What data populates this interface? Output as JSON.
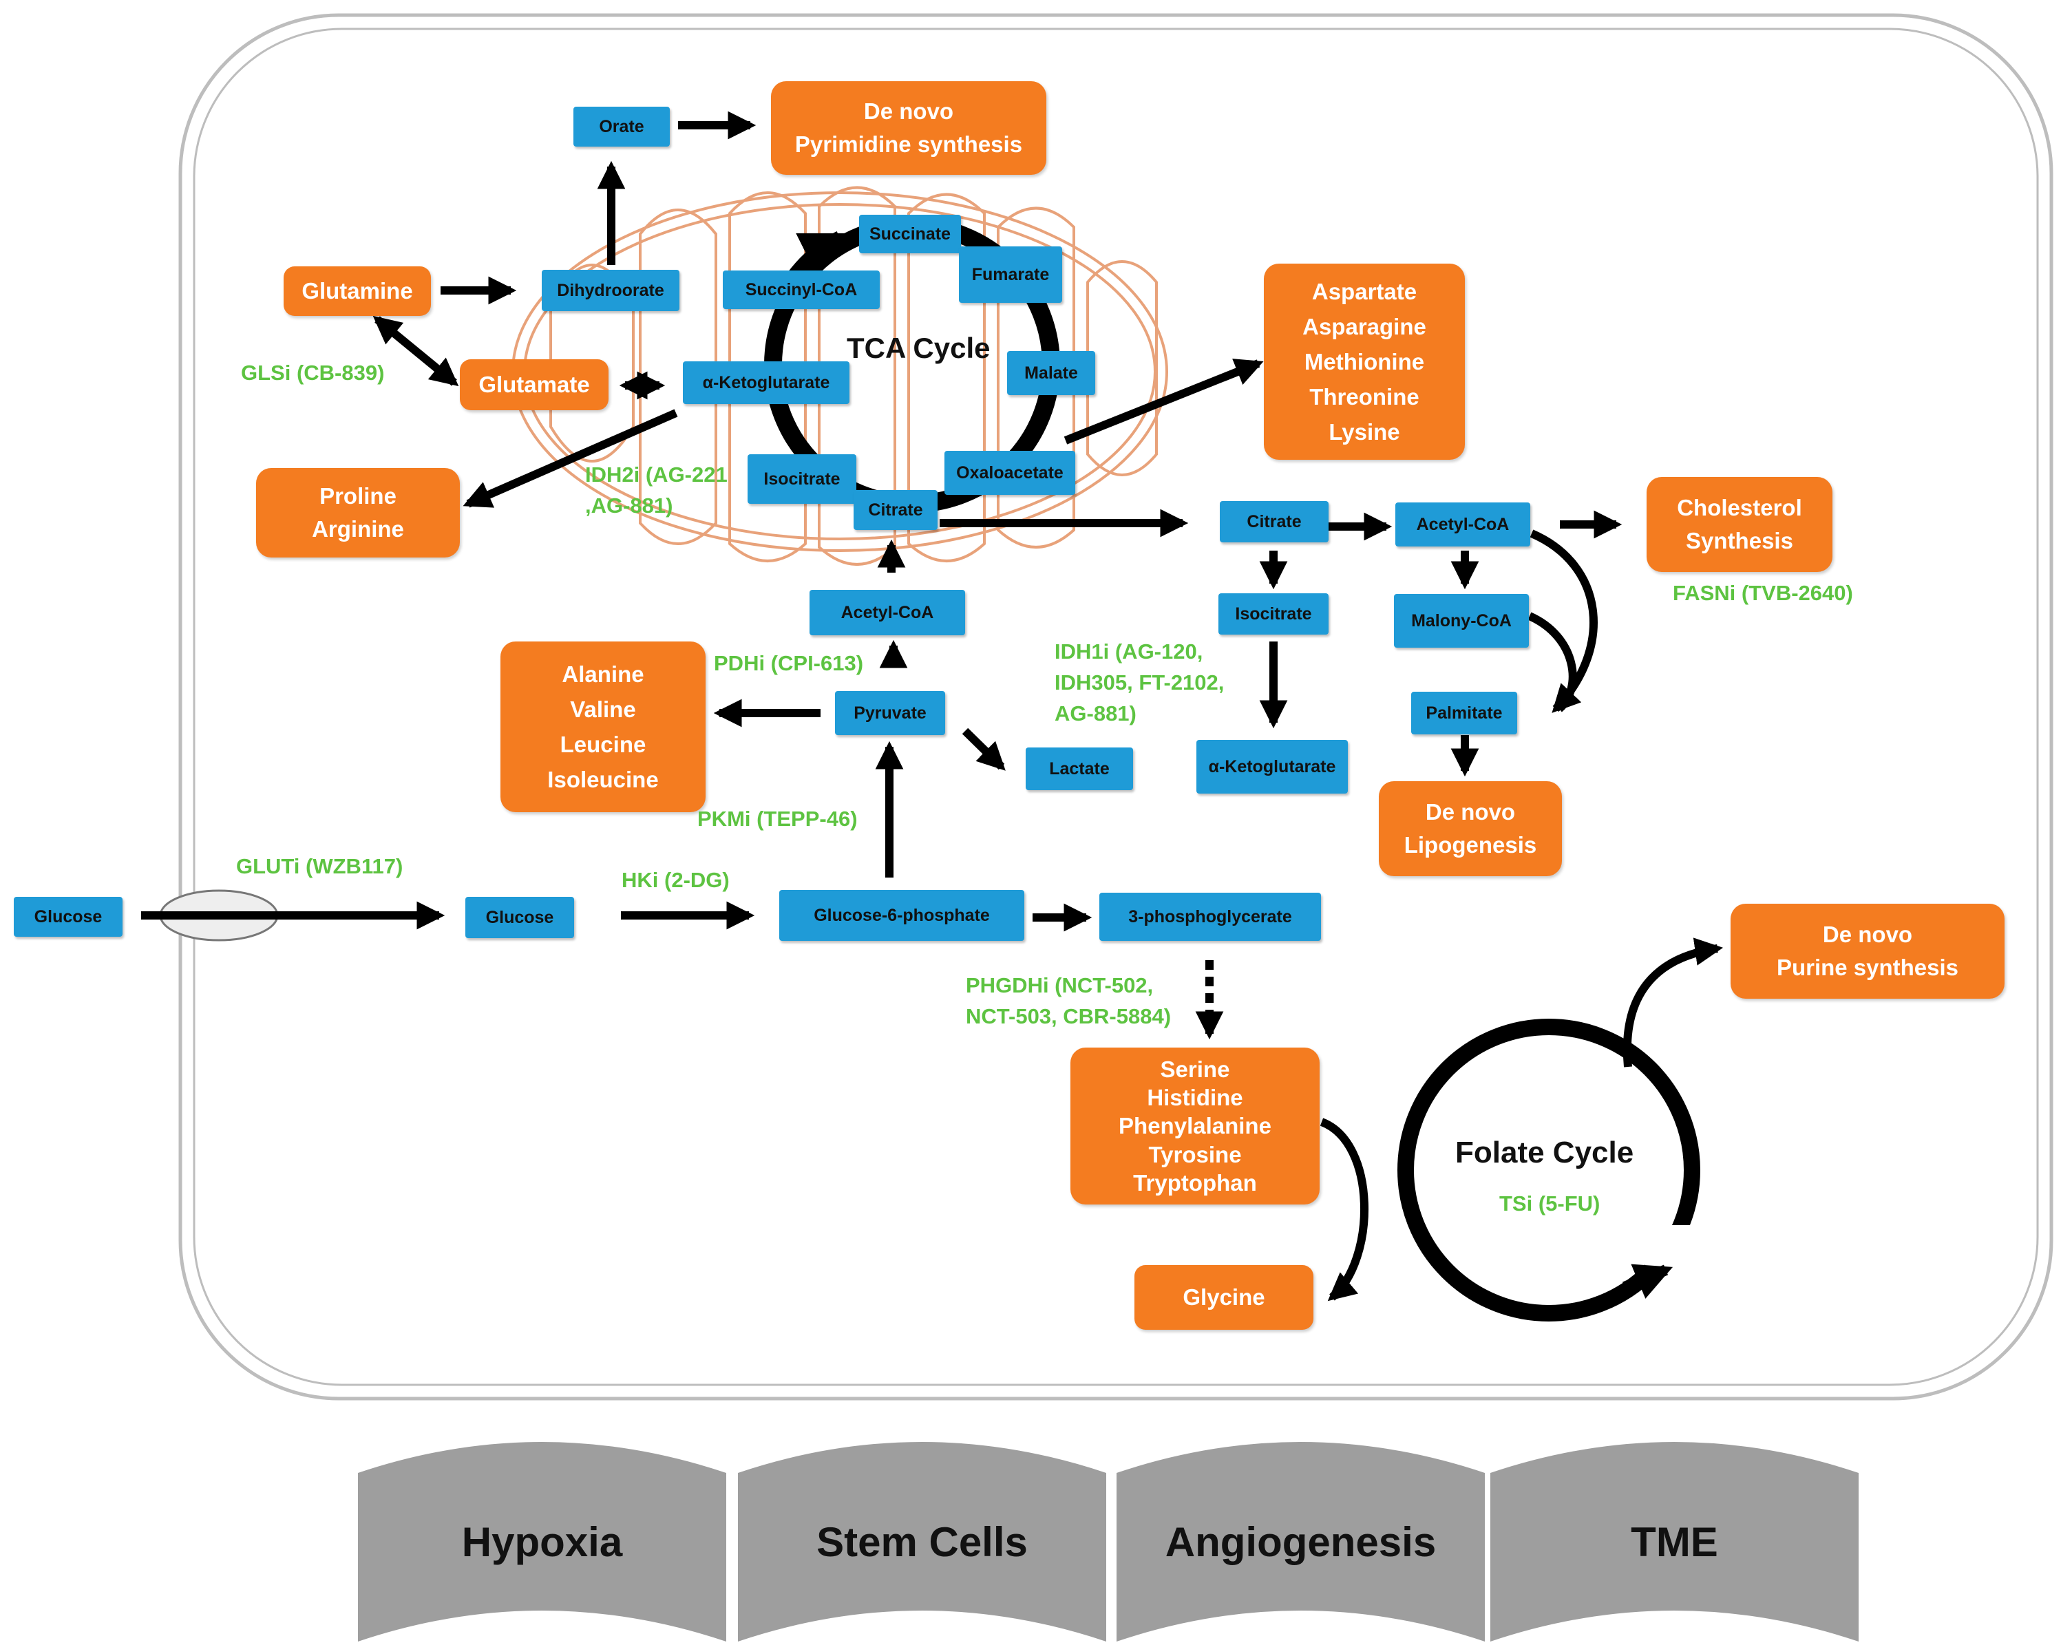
{
  "metabolites": {
    "orate": "Orate",
    "dihydroorate": "Dihydroorate",
    "succinate": "Succinate",
    "succinyl_coa": "Succinyl-CoA",
    "fumarate": "Fumarate",
    "malate": "Malate",
    "alpha_kg_mito": "α-Ketoglutarate",
    "isocitrate_mito": "Isocitrate",
    "oxaloacetate": "Oxaloacetate",
    "citrate_mito": "Citrate",
    "acetyl_coa_mito": "Acetyl-CoA",
    "pyruvate": "Pyruvate",
    "lactate": "Lactate",
    "glucose_out": "Glucose",
    "glucose_in": "Glucose",
    "g6p": "Glucose-6-phosphate",
    "pg3": "3-phosphoglycerate",
    "citrate_cyto": "Citrate",
    "acetyl_coa_cyto": "Acetyl-CoA",
    "isocitrate_cyto": "Isocitrate",
    "alpha_kg_cyto": "α-Ketoglutarate",
    "malonyl_coa": "Malony-CoA",
    "palmitate": "Palmitate"
  },
  "outputs": {
    "pyrimidine": [
      "De novo",
      "Pyrimidine synthesis"
    ],
    "glutamine": "Glutamine",
    "glutamate": "Glutamate",
    "proline_arginine": [
      "Proline",
      "Arginine"
    ],
    "aspartate_group": [
      "Aspartate",
      "Asparagine",
      "Methionine",
      "Threonine",
      "Lysine"
    ],
    "cholesterol": [
      "Cholesterol",
      "Synthesis"
    ],
    "bcaa": [
      "Alanine",
      "Valine",
      "Leucine",
      "Isoleucine"
    ],
    "lipogenesis": [
      "De novo",
      "Lipogenesis"
    ],
    "purine": [
      "De novo",
      "Purine synthesis"
    ],
    "serine_group": [
      "Serine",
      "Histidine",
      "Phenylalanine",
      "Tyrosine",
      "Tryptophan"
    ],
    "glycine": "Glycine"
  },
  "inhibitors": {
    "glsi": "GLSi (CB-839)",
    "idh2i": [
      "IDH2i (AG-221",
      ",AG-881)"
    ],
    "pdhi": "PDHi (CPI-613)",
    "idh1i": [
      "IDH1i (AG-120,",
      "IDH305, FT-2102,",
      "AG-881)"
    ],
    "fasni": "FASNi (TVB-2640)",
    "pkmi": "PKMi (TEPP-46)",
    "gluti": "GLUTi (WZB117)",
    "hki": "HKi (2-DG)",
    "phgdhi": [
      "PHGDHi (NCT-502,",
      "NCT-503, CBR-5884)"
    ],
    "tsi": "TSi (5-FU)"
  },
  "cycles": {
    "tca": "TCA Cycle",
    "folate": "Folate Cycle"
  },
  "tabs": [
    "Hypoxia",
    "Stem Cells",
    "Angiogenesis",
    "TME"
  ],
  "colors": {
    "metabolite_box": "#1f9bd7",
    "output_box": "#f47c20",
    "inhibitor_text": "#5dc341",
    "mitochondria_outline": "#e8a27a",
    "arrow": "#000000",
    "tab_fill": "#9e9e9e"
  }
}
